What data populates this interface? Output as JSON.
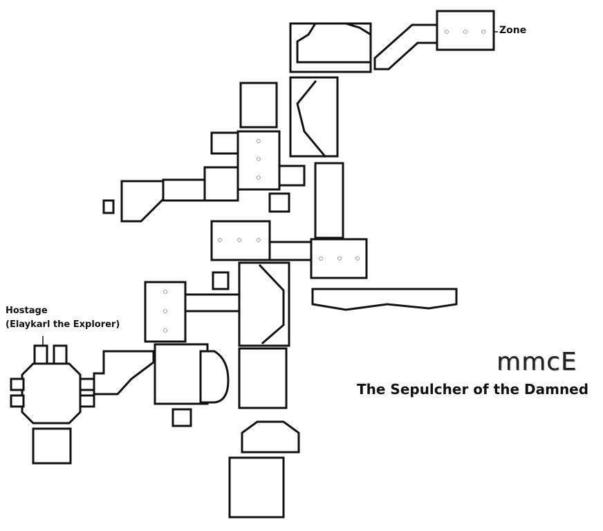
{
  "map": {
    "title": "The Sepulcher of the Damned",
    "brand": "mmcE",
    "labels": {
      "zone": "Zone",
      "hostage_line1": "Hostage",
      "hostage_line2": "(Elaykarl the Explorer)"
    }
  },
  "colors": {
    "background": "#ffffff",
    "walls": "#111111",
    "markers": "#888888"
  }
}
